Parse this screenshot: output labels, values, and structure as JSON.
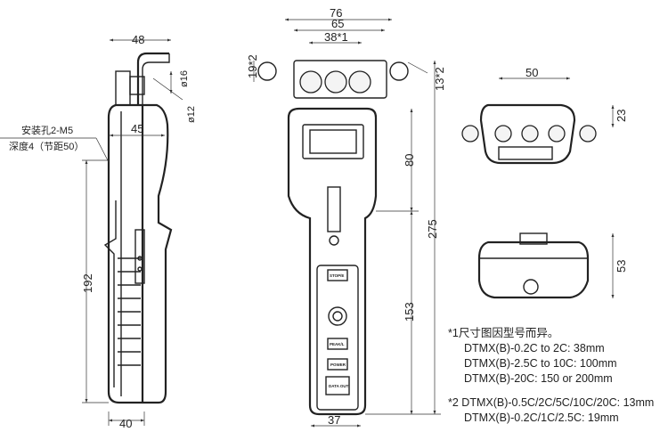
{
  "side_view": {
    "dim_width_top": "48",
    "dim_dia_outer": "ø16",
    "dim_dia_inner": "ø12",
    "dim_body_width": "45",
    "dim_height": "192",
    "dim_bottom": "40",
    "mount_note_line1": "安装孔2-M5",
    "mount_note_line2": "深度4（节距50）"
  },
  "front_view": {
    "dim_overall_width": "76",
    "dim_roller_span": "65",
    "dim_roller_pitch": "38*1",
    "dim_roller_left": "19*2",
    "dim_roller_right": "13*2",
    "dim_upper": "80",
    "dim_total": "275",
    "dim_lower": "153",
    "dim_bottom_width": "37",
    "buttons": [
      "STOP/E",
      "PEAK/L",
      "POWER",
      "DATA OUT"
    ]
  },
  "top_view": {
    "dim_width": "50",
    "dim_height": "23"
  },
  "bottom_view": {
    "dim_height": "53"
  },
  "notes": {
    "note1_title": "*1尺寸图因型号而异。",
    "note1_lines": [
      "DTMX(B)-0.2C to 2C: 38mm",
      "DTMX(B)-2.5C to 10C: 100mm",
      "DTMX(B)-20C: 150 or 200mm"
    ],
    "note2_title": "*2 DTMX(B)-0.5C/2C/5C/10C/20C: 13mm",
    "note2_lines": [
      "DTMX(B)-0.2C/1C/2.5C: 19mm"
    ]
  }
}
